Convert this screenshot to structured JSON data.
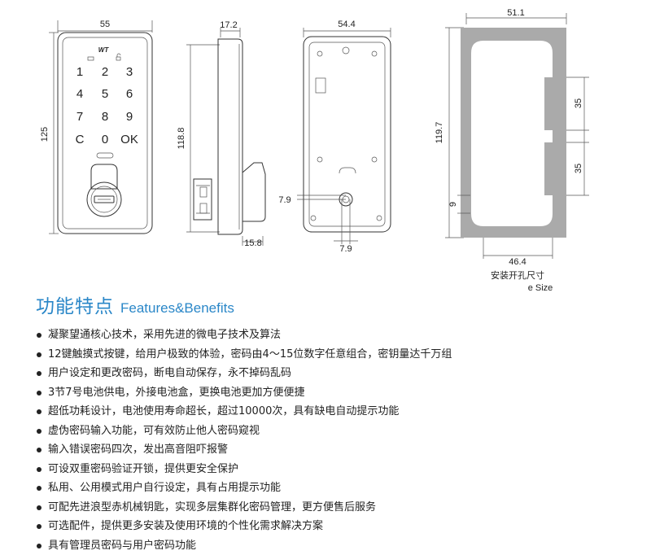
{
  "drawing": {
    "front": {
      "width_label": "55",
      "height_label": "125",
      "logo": "WT",
      "keys": [
        "1",
        "2",
        "3",
        "4",
        "5",
        "6",
        "7",
        "8",
        "9",
        "C",
        "0",
        "OK"
      ]
    },
    "side": {
      "top_label": "17.2",
      "height_label": "118.8",
      "bottom_label": "15.8"
    },
    "back": {
      "width_label": "54.4",
      "offset_label_left": "7.9",
      "offset_label_bottom": "7.9"
    },
    "cutout": {
      "top_label": "51.1",
      "height_label": "119.7",
      "segment_label_1": "35",
      "segment_label_2": "35",
      "small_label": "9",
      "bottom_label": "46.4",
      "caption_zh": "安装开孔尺寸",
      "caption_en": "e Size"
    }
  },
  "section": {
    "title_zh": "功能特点",
    "title_en": "Features&Benefits"
  },
  "features": [
    "凝聚望通核心技术，采用先进的微电子技术及算法",
    "12键触摸式按键，给用户极致的体验，密码由4～15位数字任意组合，密钥量达千万组",
    "用户设定和更改密码，断电自动保存，永不掉码乱码",
    "3节7号电池供电，外接电池盒，更换电池更加方便便捷",
    "超低功耗设计，电池使用寿命超长，超过10000次，具有缺电自动提示功能",
    "虚伪密码输入功能，可有效防止他人密码窥视",
    "输入错误密码四次，发出高音阻吓报警",
    "可设双重密码验证开锁，提供更安全保护",
    "私用、公用模式用户自行设定，具有占用提示功能",
    "可配先进浪型赤机械钥匙，实现多层集群化密码管理，更方便售后服务",
    "可选配件，提供更多安装及使用环境的个性化需求解决方案",
    "具有管理员密码与用户密码功能"
  ]
}
